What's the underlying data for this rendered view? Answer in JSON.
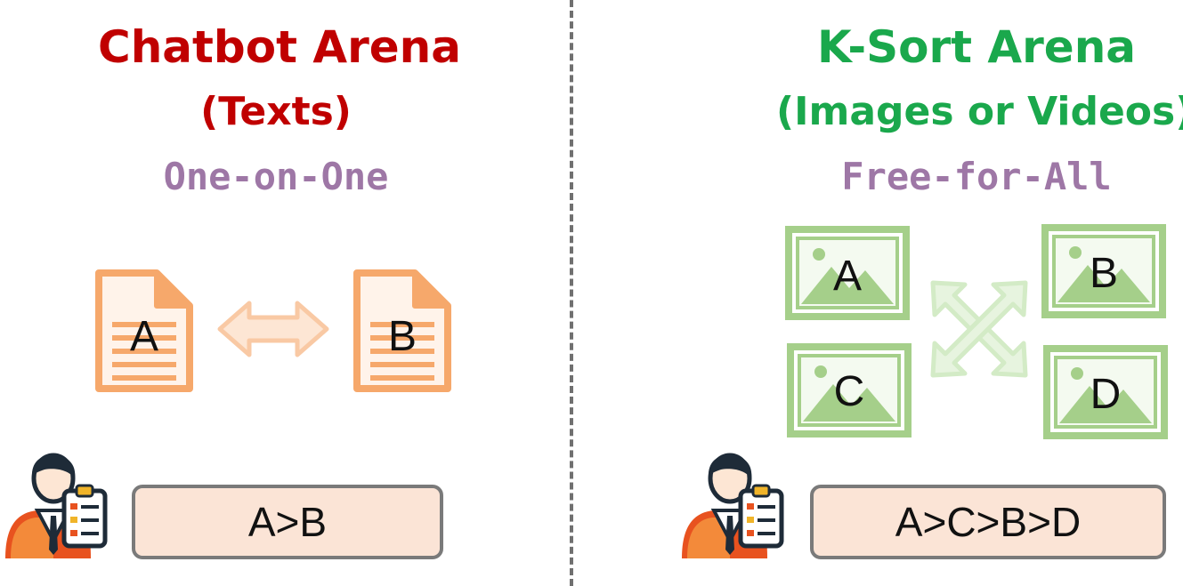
{
  "colors": {
    "left_title": "#c00000",
    "right_title": "#1aa84c",
    "mode_text": "#9e77a6",
    "doc_orange": "#f6a86b",
    "img_green": "#a5cf8a",
    "arrow_orange": "#f9c9a4",
    "arrow_green": "#d3ebc6",
    "divider": "#707070",
    "result_fill": "#fbe4d6",
    "result_border": "#7a7a7a"
  },
  "left": {
    "title": "Chatbot Arena",
    "subtitle": "(Texts)",
    "mode": "One-on-One",
    "doc_a_label": "A",
    "doc_b_label": "B",
    "result": "A>B",
    "icons": [
      "document-icon",
      "double-arrow-icon",
      "judge-icon"
    ]
  },
  "right": {
    "title": "K-Sort Arena",
    "subtitle": "(Images or Videos)",
    "mode": "Free-for-All",
    "img_a_label": "A",
    "img_b_label": "B",
    "img_c_label": "C",
    "img_d_label": "D",
    "result": "A>C>B>D",
    "icons": [
      "image-icon",
      "cross-arrow-icon",
      "judge-icon"
    ]
  }
}
